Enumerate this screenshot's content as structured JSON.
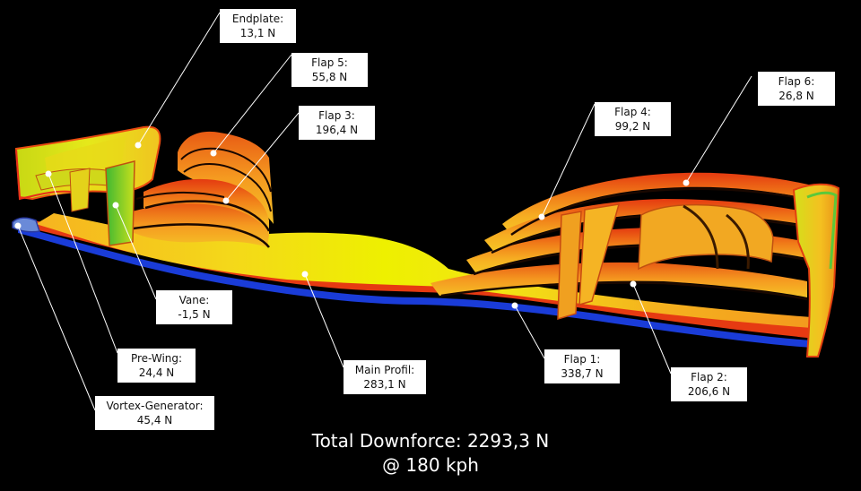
{
  "labels": [
    {
      "id": "endplate",
      "name": "Endplate:",
      "value": "13,1 N"
    },
    {
      "id": "flap5",
      "name": "Flap 5:",
      "value": "55,8 N"
    },
    {
      "id": "flap3",
      "name": "Flap 3:",
      "value": "196,4 N"
    },
    {
      "id": "flap4",
      "name": "Flap 4:",
      "value": "99,2 N"
    },
    {
      "id": "flap6",
      "name": "Flap 6:",
      "value": "26,8 N"
    },
    {
      "id": "vane",
      "name": "Vane:",
      "value": "-1,5 N"
    },
    {
      "id": "prewing",
      "name": "Pre-Wing:",
      "value": "24,4 N"
    },
    {
      "id": "vortex",
      "name": "Vortex-Generator:",
      "value": "45,4 N"
    },
    {
      "id": "mainprofil",
      "name": "Main Profil:",
      "value": "283,1 N"
    },
    {
      "id": "flap1",
      "name": "Flap 1:",
      "value": "338,7 N"
    },
    {
      "id": "flap2",
      "name": "Flap 2:",
      "value": "206,6 N"
    }
  ],
  "summary": {
    "total": "Total Downforce: 2293,3 N",
    "speed": "@ 180 kph"
  },
  "colors": {
    "background": "#000000",
    "pressure_high": "#e83a12",
    "pressure_mid": "#f5a623",
    "pressure_low": "#e8f000",
    "suction_green": "#5cc83a",
    "edge_blue": "#1a3cd8"
  }
}
